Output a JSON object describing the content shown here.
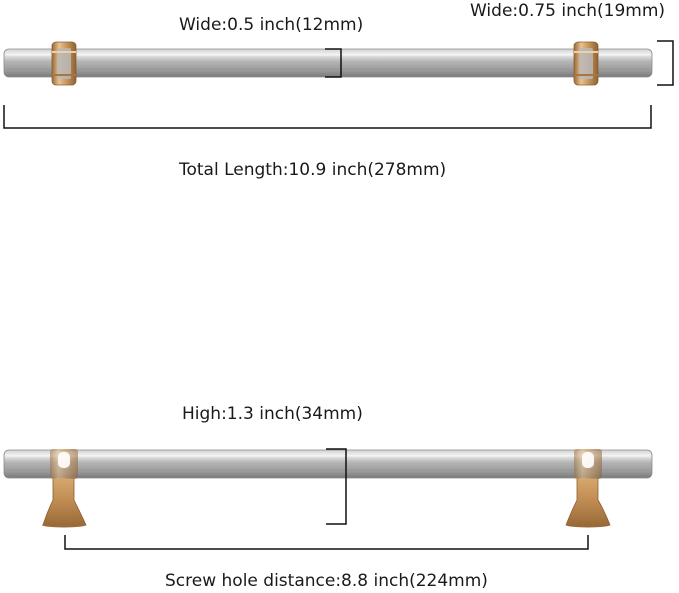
{
  "labels": {
    "bar_width": "Wide:0.5 inch(12mm)",
    "post_width": "Wide:0.75 inch(19mm)",
    "total_length": "Total Length:10.9 inch(278mm)",
    "height": "High:1.3 inch(34mm)",
    "screw_hole_distance": "Screw hole distance:8.8 inch(224mm)"
  },
  "colors": {
    "bar_light": "#e4e4e4",
    "bar_mid": "#a8a8a8",
    "bar_dark": "#7c7c7c",
    "brass_light": "#e9c28f",
    "brass_mid": "#c9975d",
    "brass_dark": "#9a6b39",
    "dimension_line": "#111111"
  }
}
